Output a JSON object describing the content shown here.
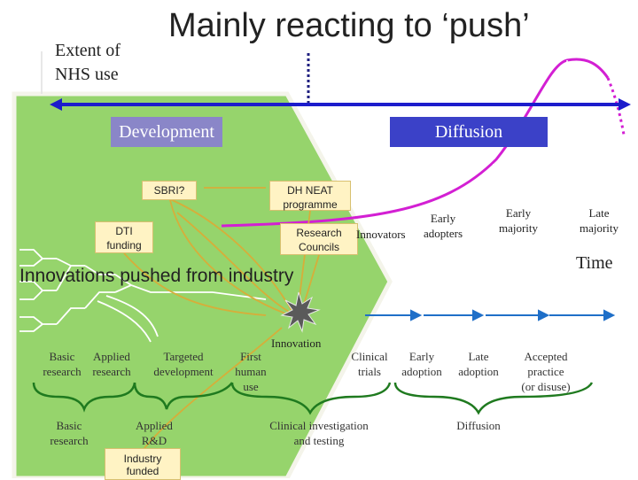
{
  "title": "Mainly reacting to ‘push’",
  "y_axis_label_line1": "Extent of",
  "y_axis_label_line2": "NHS use",
  "x_axis_label": "Time",
  "phase_boxes": {
    "development": "Development",
    "diffusion": "Diffusion"
  },
  "funding_boxes": {
    "sbri": "SBRI?",
    "dh_neat_line1": "DH NEAT",
    "dh_neat_line2": "programme",
    "dti_line1": "DTI",
    "dti_line2": "funding",
    "research_councils_line1": "Research",
    "research_councils_line2": "Councils",
    "industry_line1": "Industry",
    "industry_line2": "funded"
  },
  "pushed_label": "Innovations pushed from industry",
  "innovation_label": "Innovation",
  "curve_labels": {
    "innovators": "Innovators",
    "early_adopters_line1": "Early",
    "early_adopters_line2": "adopters",
    "early_majority_line1": "Early",
    "early_majority_line2": "majority",
    "late_majority_line1": "Late",
    "late_majority_line2": "majority"
  },
  "stages": {
    "basic_research_line1": "Basic",
    "basic_research_line2": "research",
    "applied_research_line1": "Applied",
    "applied_research_line2": "research",
    "targeted_line1": "Targeted",
    "targeted_line2": "development",
    "first_human_line1": "First",
    "first_human_line2": "human",
    "first_human_line3": "use",
    "clinical_trials_line1": "Clinical",
    "clinical_trials_line2": "trials",
    "early_adoption_line1": "Early",
    "early_adoption_line2": "adoption",
    "late_adoption_line1": "Late",
    "late_adoption_line2": "adoption",
    "accepted_line1": "Accepted",
    "accepted_line2": "practice",
    "accepted_line3": "(or disuse)"
  },
  "bottom_labels": {
    "basic_research_line1": "Basic",
    "basic_research_line2": "research",
    "applied_rd_line1": "Applied",
    "applied_rd_line2": "R&D",
    "clinical_investigation_line1": "Clinical investigation",
    "clinical_investigation_line2": "and testing",
    "diffusion": "Diffusion"
  },
  "colors": {
    "green_panel": "#96d46c",
    "panel_border": "#f4f4ea",
    "dark_blue": "#1c1ccc",
    "blue_arrow": "#1f6fc8",
    "curve_magenta": "#d31fd3",
    "dotted_navy": "#202080",
    "dev_box": "#8a86c8",
    "diff_box": "#3b41c8",
    "cream_box": "#fff3c4",
    "stage_brace": "#1f7a1f",
    "tree_lines": "#ffffff",
    "gold_lines": "#d6ae3a"
  }
}
